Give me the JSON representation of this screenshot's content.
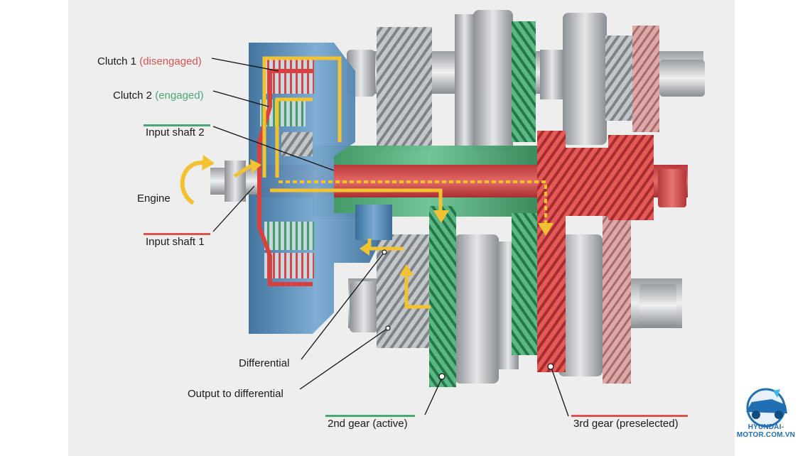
{
  "labels": {
    "clutch1_name": "Clutch 1",
    "clutch1_state": "(disengaged)",
    "clutch2_name": "Clutch 2",
    "clutch2_state": "(engaged)",
    "input_shaft_2": "Input shaft 2",
    "engine": "Engine",
    "input_shaft_1": "Input shaft 1",
    "differential": "Differential",
    "output_to_differential": "Output to differential",
    "gear2": "2nd gear (active)",
    "gear3": "3rd gear (preselected)"
  },
  "watermark": {
    "text": "HYUNDAI-MOTOR.COM.VN"
  },
  "colors": {
    "active_green": "#3fa36a",
    "disengaged_red": "#d9534f",
    "power_flow_yellow": "#f3c230",
    "housing_blue": "#4f86b5",
    "steel_gray": "#b5b8bb"
  }
}
